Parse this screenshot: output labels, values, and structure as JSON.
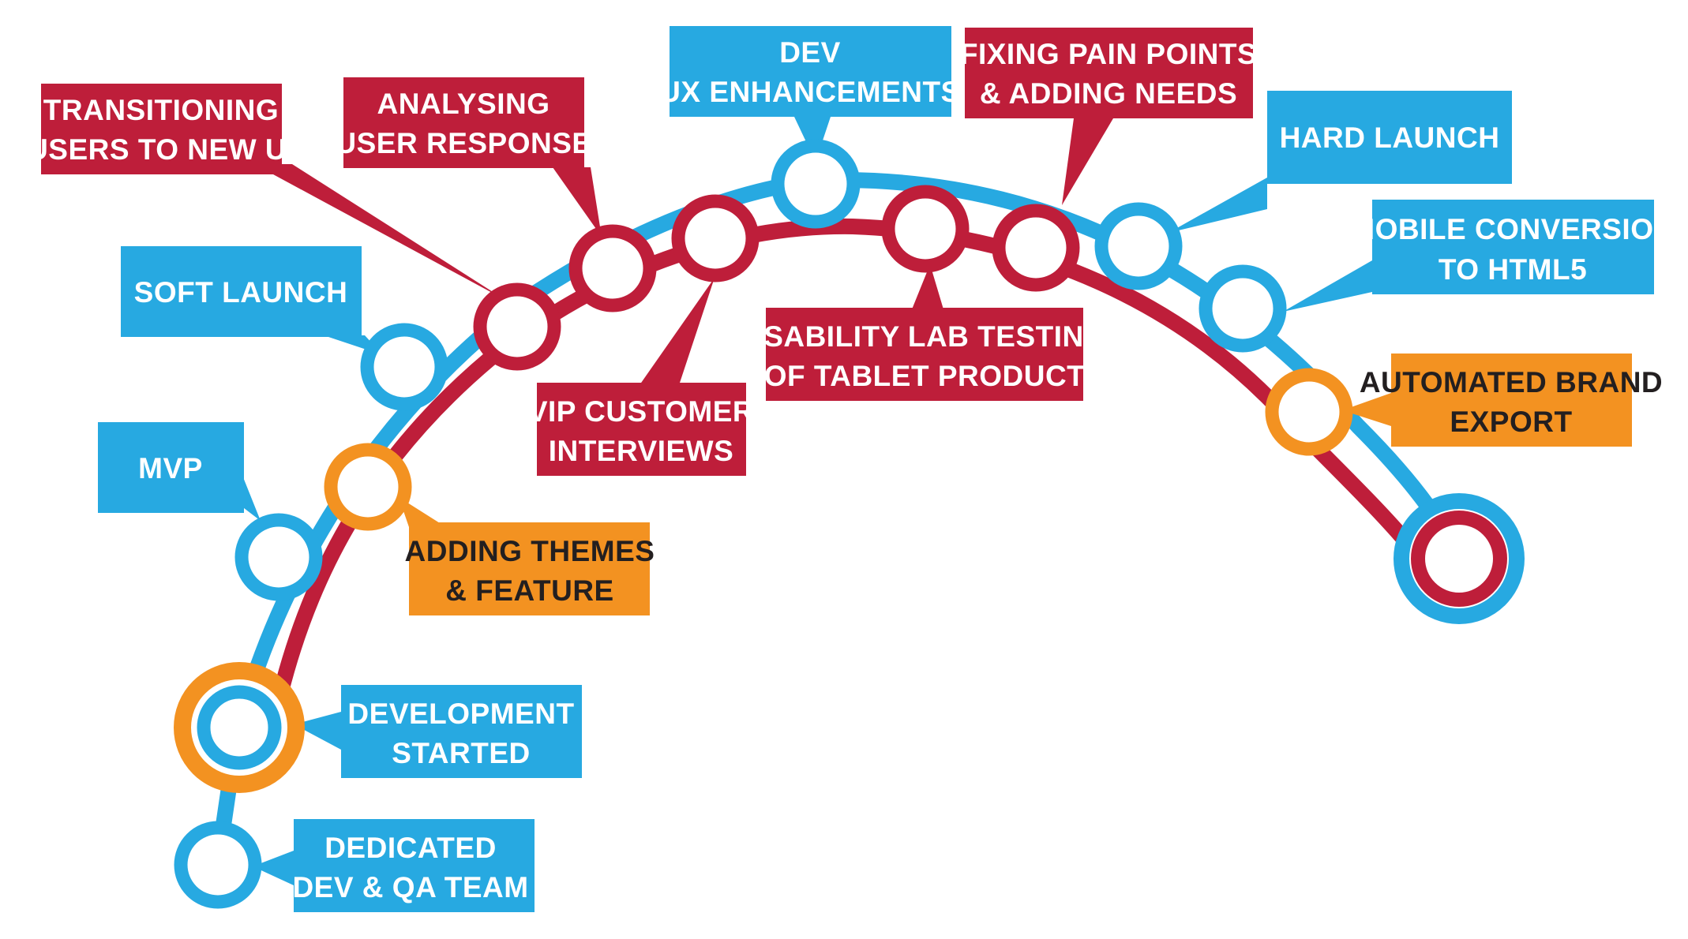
{
  "colors": {
    "blue": "#27a9e1",
    "red": "#be1e3a",
    "orange": "#f39221",
    "white": "#ffffff",
    "dark_text": "#231f20"
  },
  "milestones": [
    {
      "id": "dedicated-team",
      "track": "blue",
      "lines": [
        "DEDICATED",
        "DEV & QA TEAM"
      ]
    },
    {
      "id": "development-started",
      "track": "blue",
      "lines": [
        "DEVELOPMENT",
        "STARTED"
      ]
    },
    {
      "id": "mvp",
      "track": "blue",
      "lines": [
        "MVP"
      ]
    },
    {
      "id": "adding-themes",
      "track": "orange",
      "lines": [
        "ADDING THEMES",
        "& FEATURE"
      ]
    },
    {
      "id": "soft-launch",
      "track": "blue",
      "lines": [
        "SOFT LAUNCH"
      ]
    },
    {
      "id": "transitioning-users",
      "track": "red",
      "lines": [
        "TRANSITIONING",
        "USERS TO NEW UI"
      ]
    },
    {
      "id": "analysing-response",
      "track": "red",
      "lines": [
        "ANALYSING",
        "USER RESPONSE"
      ]
    },
    {
      "id": "vip-interviews",
      "track": "red",
      "lines": [
        "VIP CUSTOMER",
        "INTERVIEWS"
      ]
    },
    {
      "id": "dev-ux",
      "track": "blue",
      "lines": [
        "DEV",
        "UX ENHANCEMENTS"
      ]
    },
    {
      "id": "usability-testing",
      "track": "red",
      "lines": [
        "USABILITY LAB TESTING",
        "OF TABLET PRODUCT"
      ]
    },
    {
      "id": "fixing-pain-points",
      "track": "red",
      "lines": [
        "FIXING PAIN POINTS",
        "& ADDING NEEDS"
      ]
    },
    {
      "id": "hard-launch",
      "track": "blue",
      "lines": [
        "HARD LAUNCH"
      ]
    },
    {
      "id": "mobile-conversion",
      "track": "blue",
      "lines": [
        "MOBILE CONVERSION",
        "TO HTML5"
      ]
    },
    {
      "id": "automated-export",
      "track": "orange",
      "lines": [
        "AUTOMATED BRAND",
        "EXPORT"
      ]
    }
  ]
}
